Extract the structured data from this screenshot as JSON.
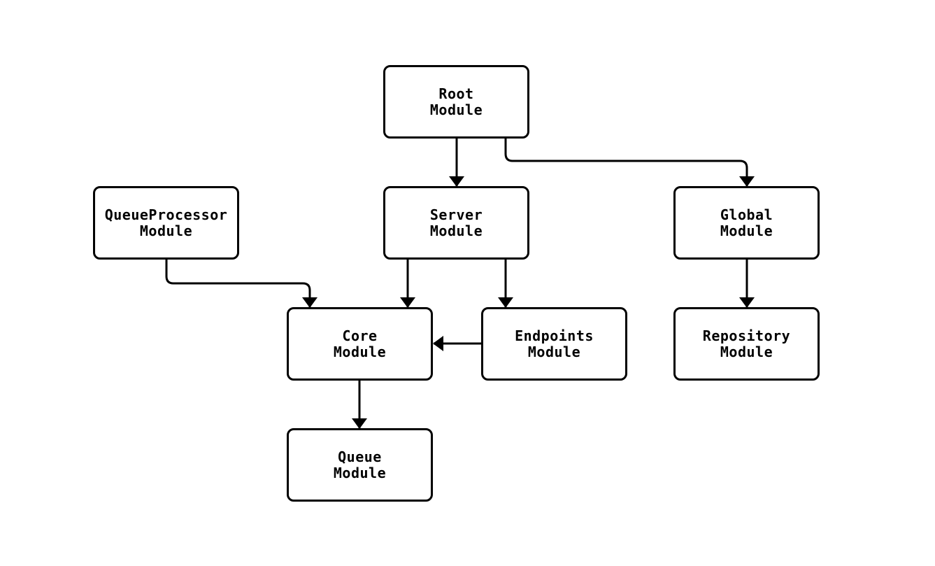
{
  "diagram": {
    "background_color": "#ffffff",
    "line_color": "#000000",
    "node_border_color": "#000000",
    "node_fill_color": "#ffffff",
    "text_color": "#000000",
    "nodes": [
      {
        "id": "root-module",
        "label_line1": "Root",
        "label_line2": "Module"
      },
      {
        "id": "queueprocessor-module",
        "label_line1": "QueueProcessor",
        "label_line2": "Module"
      },
      {
        "id": "server-module",
        "label_line1": "Server",
        "label_line2": "Module"
      },
      {
        "id": "global-module",
        "label_line1": "Global",
        "label_line2": "Module"
      },
      {
        "id": "core-module",
        "label_line1": "Core",
        "label_line2": "Module"
      },
      {
        "id": "endpoints-module",
        "label_line1": "Endpoints",
        "label_line2": "Module"
      },
      {
        "id": "repository-module",
        "label_line1": "Repository",
        "label_line2": "Module"
      },
      {
        "id": "queue-module",
        "label_line1": "Queue",
        "label_line2": "Module"
      }
    ],
    "edges": [
      {
        "from": "root-module",
        "to": "server-module"
      },
      {
        "from": "root-module",
        "to": "global-module"
      },
      {
        "from": "queueprocessor-module",
        "to": "core-module"
      },
      {
        "from": "server-module",
        "to": "core-module"
      },
      {
        "from": "server-module",
        "to": "endpoints-module"
      },
      {
        "from": "endpoints-module",
        "to": "core-module"
      },
      {
        "from": "global-module",
        "to": "repository-module"
      },
      {
        "from": "core-module",
        "to": "queue-module"
      }
    ]
  }
}
